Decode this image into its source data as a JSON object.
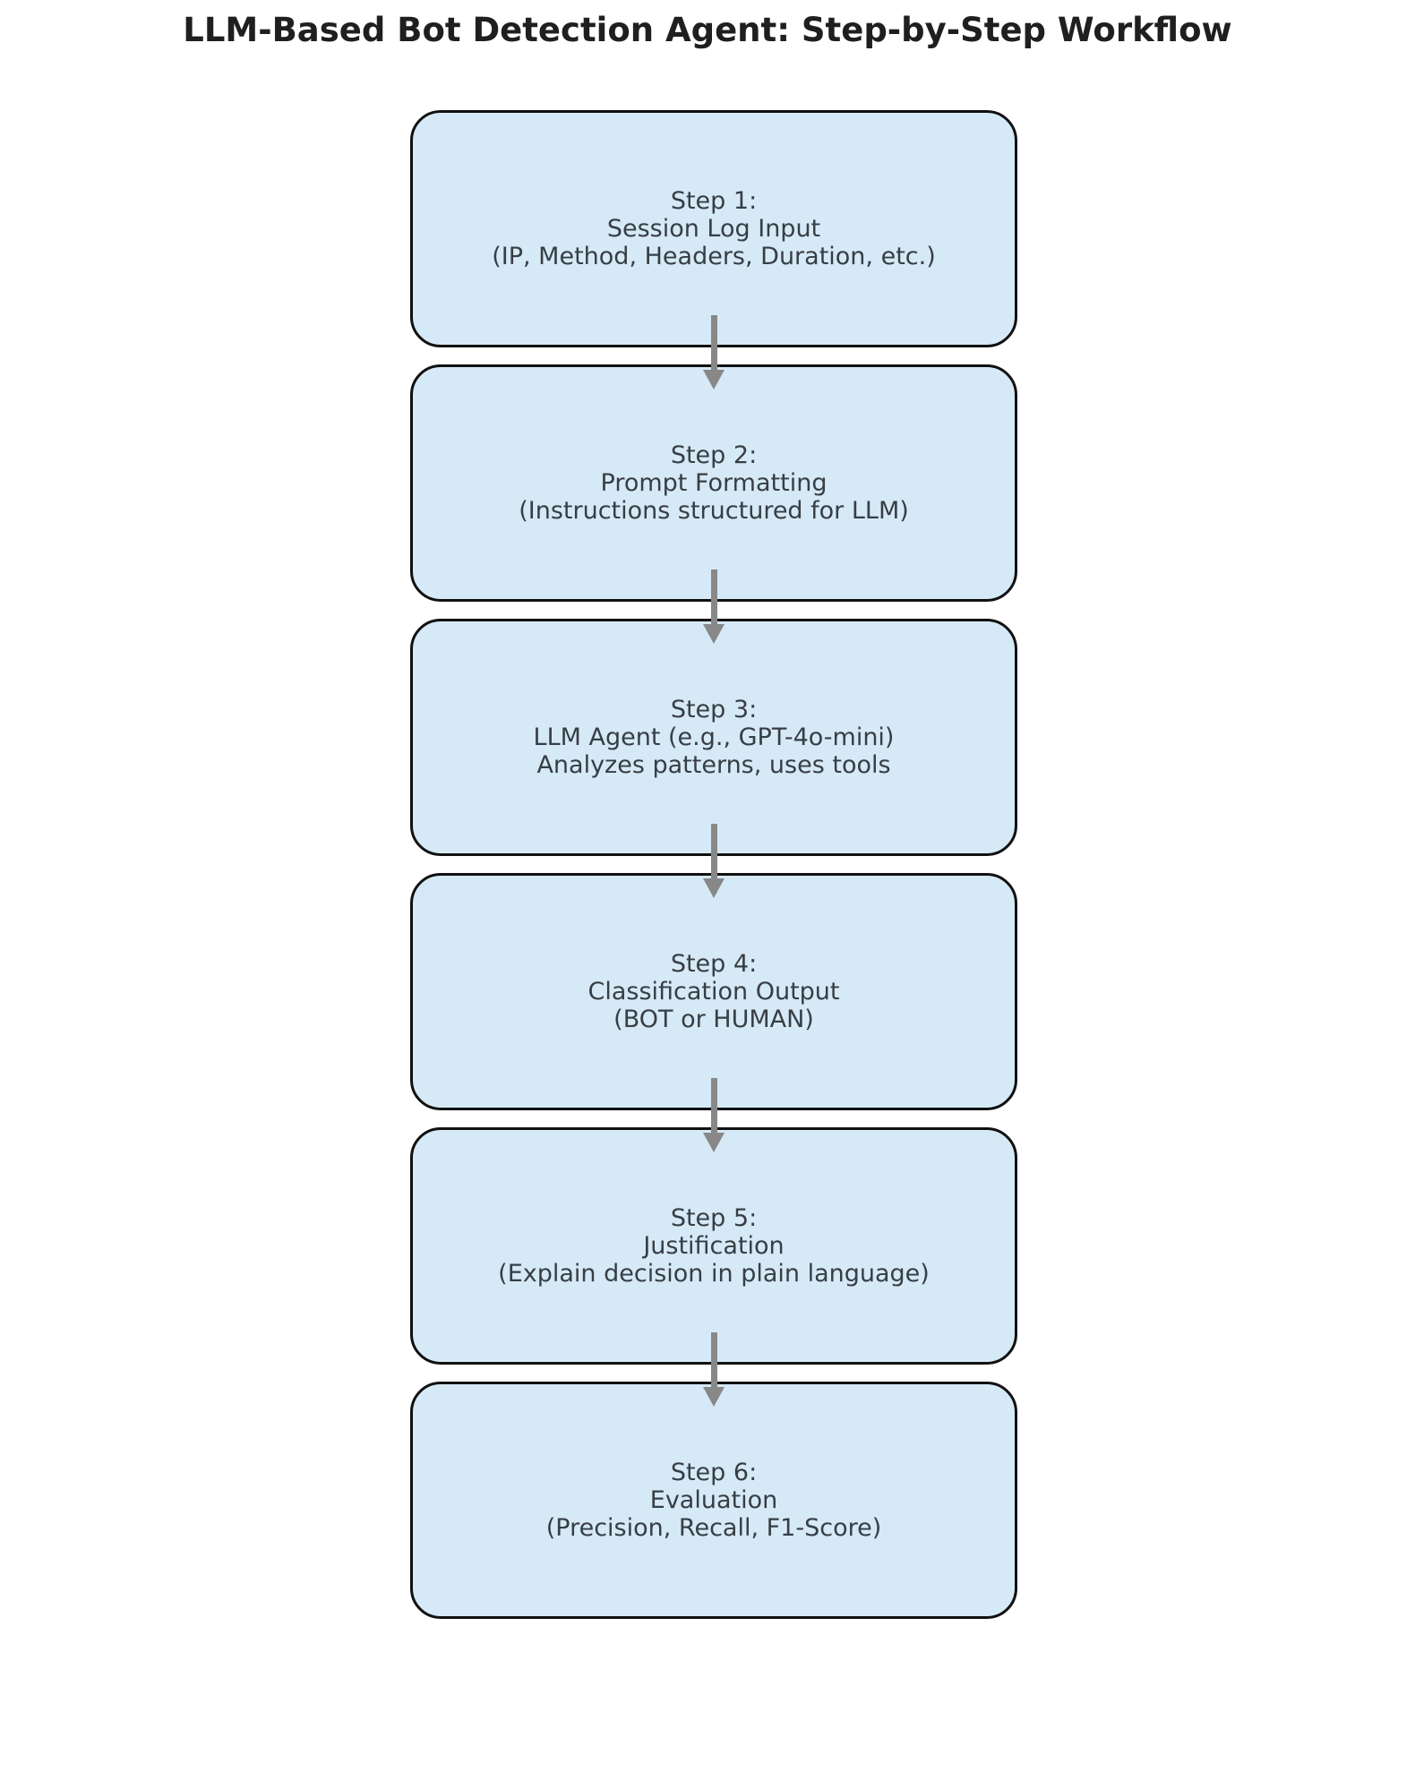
{
  "diagram": {
    "title": "LLM-Based Bot Detection Agent: Step-by-Step Workflow",
    "connector_icon": "down-arrow",
    "steps": [
      {
        "number": "Step 1:",
        "name": "Session Log Input",
        "detail": "(IP, Method, Headers, Duration, etc.)"
      },
      {
        "number": "Step 2:",
        "name": "Prompt Formatting",
        "detail": "(Instructions structured for LLM)"
      },
      {
        "number": "Step 3:",
        "name": "LLM Agent (e.g., GPT-4o-mini)",
        "detail": "Analyzes patterns, uses tools"
      },
      {
        "number": "Step 4:",
        "name": "Classification Output",
        "detail": "(BOT or HUMAN)"
      },
      {
        "number": "Step 5:",
        "name": "Justification",
        "detail": "(Explain decision in plain language)"
      },
      {
        "number": "Step 6:",
        "name": "Evaluation",
        "detail": "(Precision, Recall, F1-Score)"
      }
    ]
  },
  "colors": {
    "background": "#ffffff",
    "box_fill": "#d6e9f6",
    "box_border": "#111111",
    "step_text": "#373e44",
    "title_text": "#1f1f1f",
    "arrow": "#888888"
  }
}
